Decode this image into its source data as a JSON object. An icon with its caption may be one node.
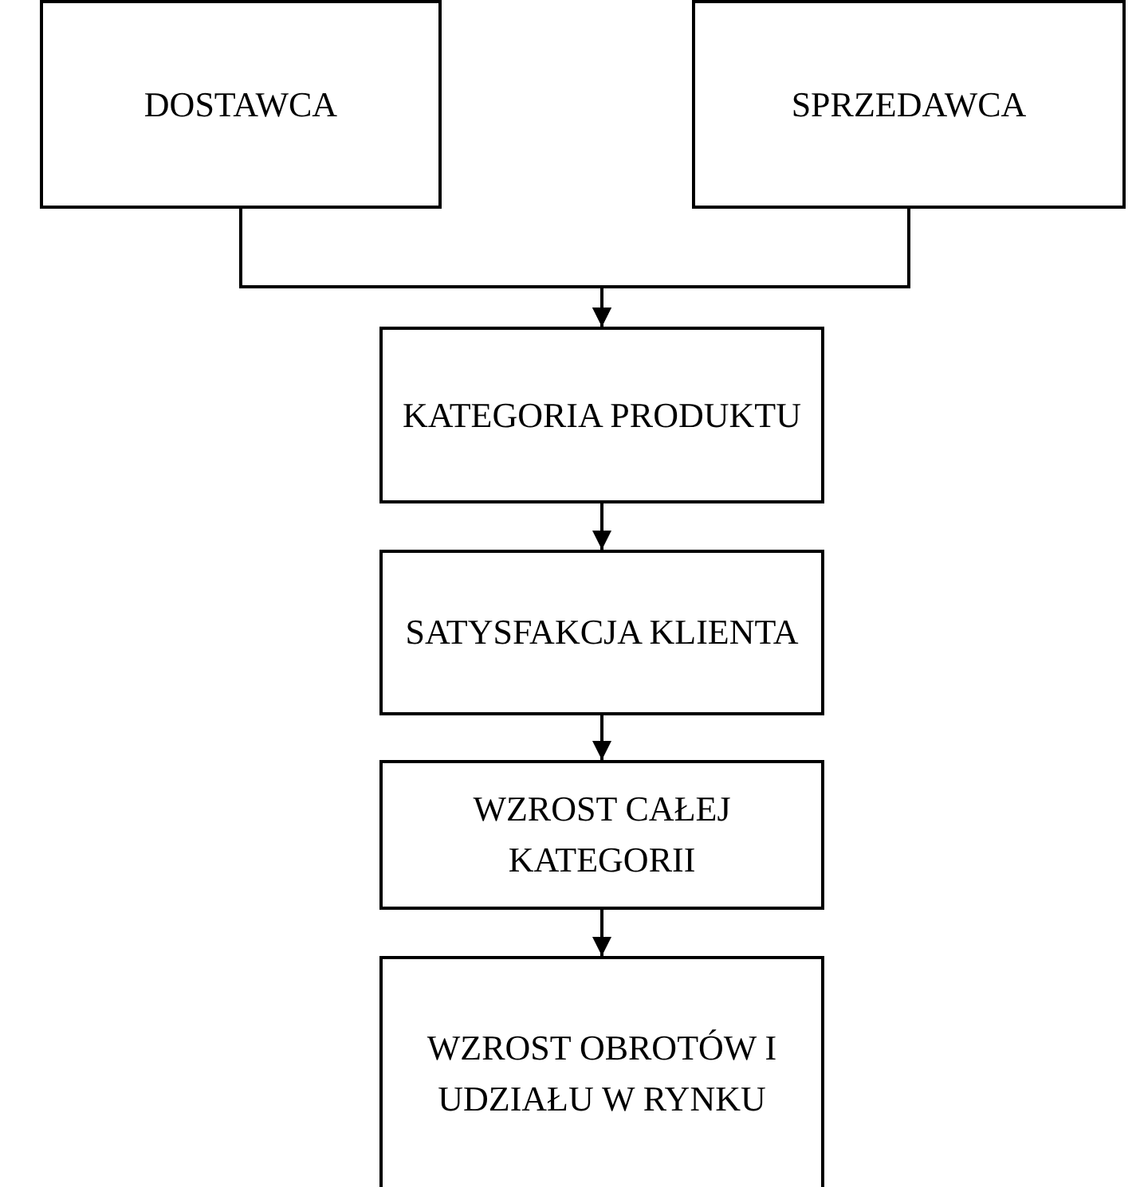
{
  "diagram": {
    "nodes": [
      {
        "text": [
          "DOSTAWCA"
        ]
      },
      {
        "text": [
          "SPRZEDAWCA"
        ]
      },
      {
        "text": [
          "KATEGORIA PRODUKTU"
        ]
      },
      {
        "text": [
          "SATYSFAKCJA KLIENTA"
        ]
      },
      {
        "text": [
          "WZROST CAŁEJ KATEGORII"
        ]
      },
      {
        "text": [
          "WZROST OBROTÓW I UDZIAŁU W RYNKU"
        ]
      }
    ],
    "edges": [
      {
        "from": 0,
        "to": 2,
        "arrow": "to"
      },
      {
        "from": 1,
        "to": 2,
        "arrow": "to"
      },
      {
        "from": 2,
        "to": 3,
        "arrow": "to"
      },
      {
        "from": 3,
        "to": 4,
        "arrow": "to"
      },
      {
        "from": 4,
        "to": 5,
        "arrow": "to"
      }
    ]
  }
}
